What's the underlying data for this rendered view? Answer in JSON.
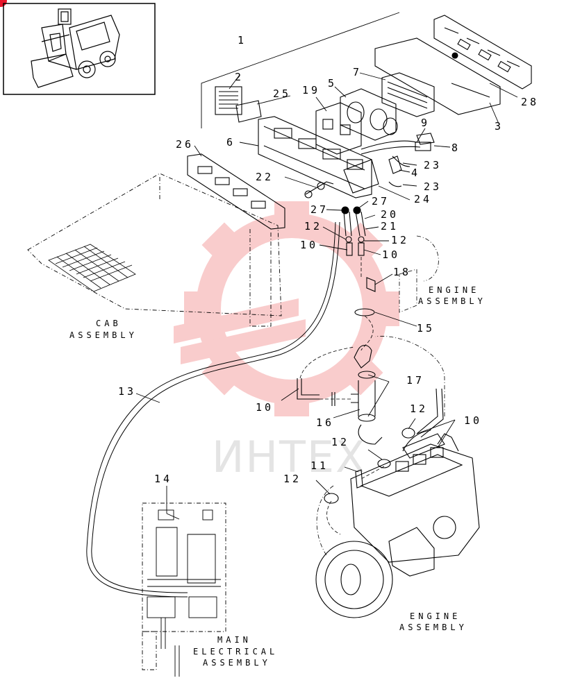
{
  "diagram": {
    "callouts": [
      "1",
      "2",
      "25",
      "19",
      "5",
      "7",
      "28",
      "3",
      "9",
      "8",
      "6",
      "23",
      "4",
      "22",
      "23",
      "24",
      "26",
      "27",
      "27",
      "20",
      "12",
      "21",
      "10",
      "12",
      "10",
      "18",
      "15",
      "17",
      "13",
      "10",
      "16",
      "12",
      "10",
      "12",
      "11",
      "12",
      "14"
    ],
    "assembly_labels": {
      "cab": [
        "CAB",
        "ASSEMBLY"
      ],
      "engine_upper": [
        "ENGINE",
        "ASSEMBLY"
      ],
      "engine_lower": [
        "ENGINE",
        "ASSEMBLY"
      ],
      "main_electrical": [
        "MAIN",
        "ELECTRICAL",
        "ASSEMBLY"
      ]
    }
  },
  "watermark": {
    "text": "ИНТЕХ",
    "color": "#f08080"
  },
  "colors": {
    "line": "#000000",
    "badge": "#e8162b"
  }
}
